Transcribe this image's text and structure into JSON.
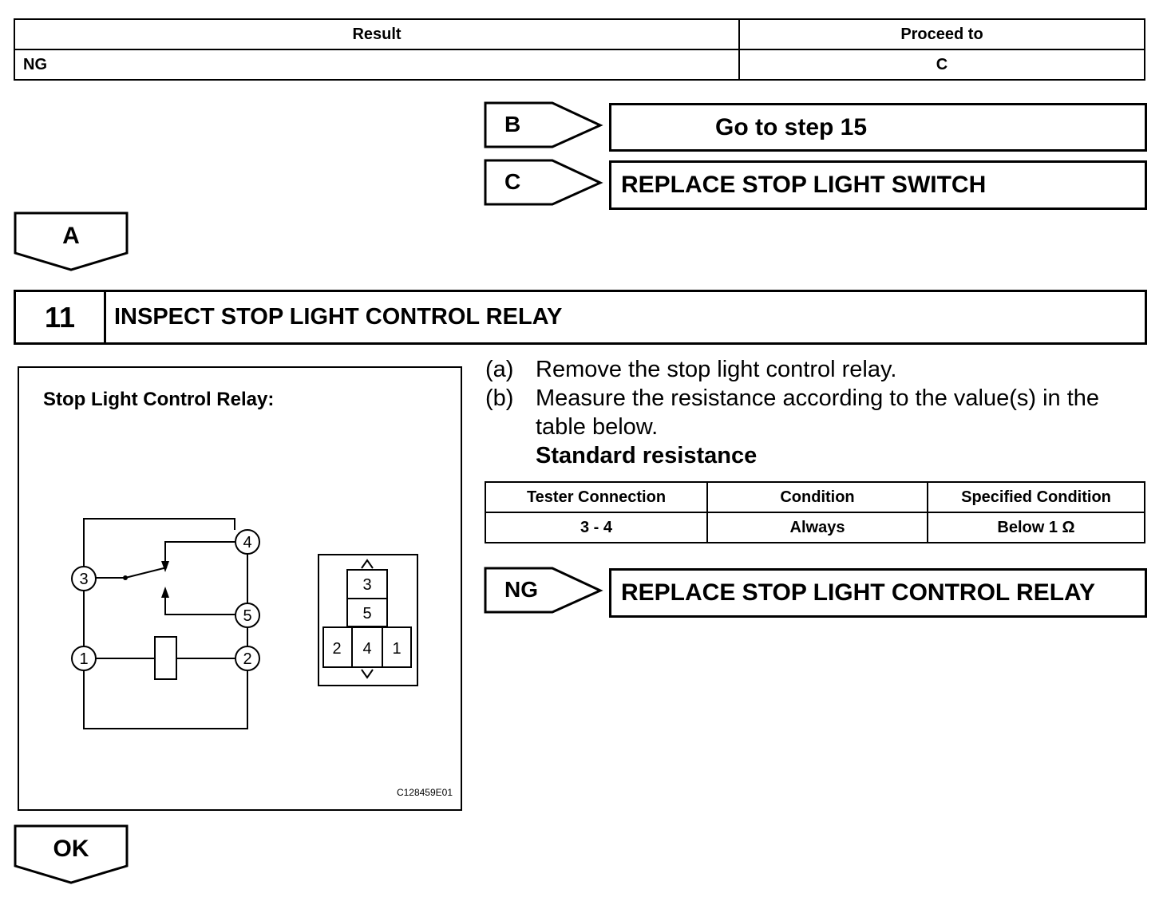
{
  "result_table": {
    "headers": [
      "Result",
      "Proceed to"
    ],
    "rows": [
      [
        "NG",
        "C"
      ]
    ]
  },
  "branches": [
    {
      "tag": "B",
      "action": "Go to step 15"
    },
    {
      "tag": "C",
      "action": "REPLACE STOP LIGHT SWITCH"
    }
  ],
  "next_a": "A",
  "step": {
    "number": "11",
    "title": "INSPECT STOP LIGHT CONTROL RELAY"
  },
  "figure": {
    "title": "Stop Light Control Relay:",
    "code": "C128459E01",
    "terminals": [
      "1",
      "2",
      "3",
      "4",
      "5"
    ],
    "connector_pins": [
      "3",
      "5",
      "2",
      "4",
      "1"
    ]
  },
  "instructions": [
    {
      "label": "(a)",
      "lines": [
        "Remove the stop light control relay."
      ]
    },
    {
      "label": "(b)",
      "lines": [
        "Measure the resistance according to the value(s) in the",
        "table below."
      ]
    }
  ],
  "standard_heading": "Standard resistance",
  "spec_table": {
    "headers": [
      "Tester Connection",
      "Condition",
      "Specified Condition"
    ],
    "rows": [
      [
        "3 - 4",
        "Always",
        "Below 1 Ω"
      ]
    ]
  },
  "ng_branch": {
    "tag": "NG",
    "action": "REPLACE STOP LIGHT CONTROL RELAY"
  },
  "next_ok": "OK"
}
